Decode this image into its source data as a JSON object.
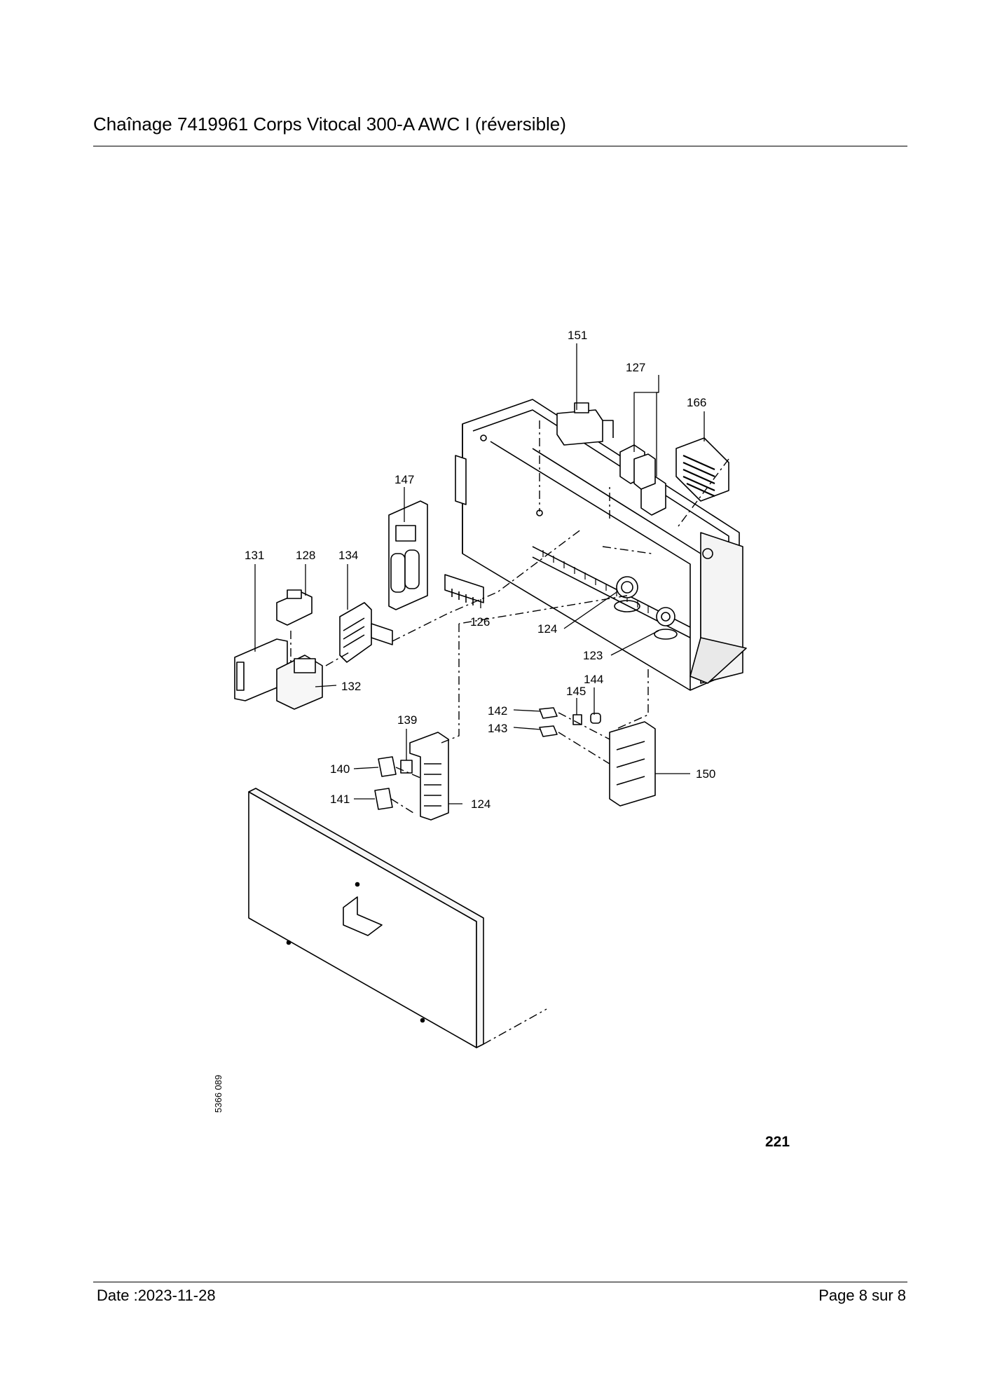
{
  "header": {
    "title": "Chaînage 7419961 Corps Vitocal 300-A AWC I (réversible)"
  },
  "diagram": {
    "callouts": [
      "151",
      "127",
      "166",
      "147",
      "131",
      "128",
      "134",
      "126",
      "124",
      "123",
      "132",
      "144",
      "145",
      "142",
      "143",
      "139",
      "140",
      "150",
      "141",
      "124"
    ],
    "drawing_code": "5366 089",
    "figure_number": "221"
  },
  "footer": {
    "date": "Date :2023-11-28",
    "page": "Page 8 sur   8"
  }
}
